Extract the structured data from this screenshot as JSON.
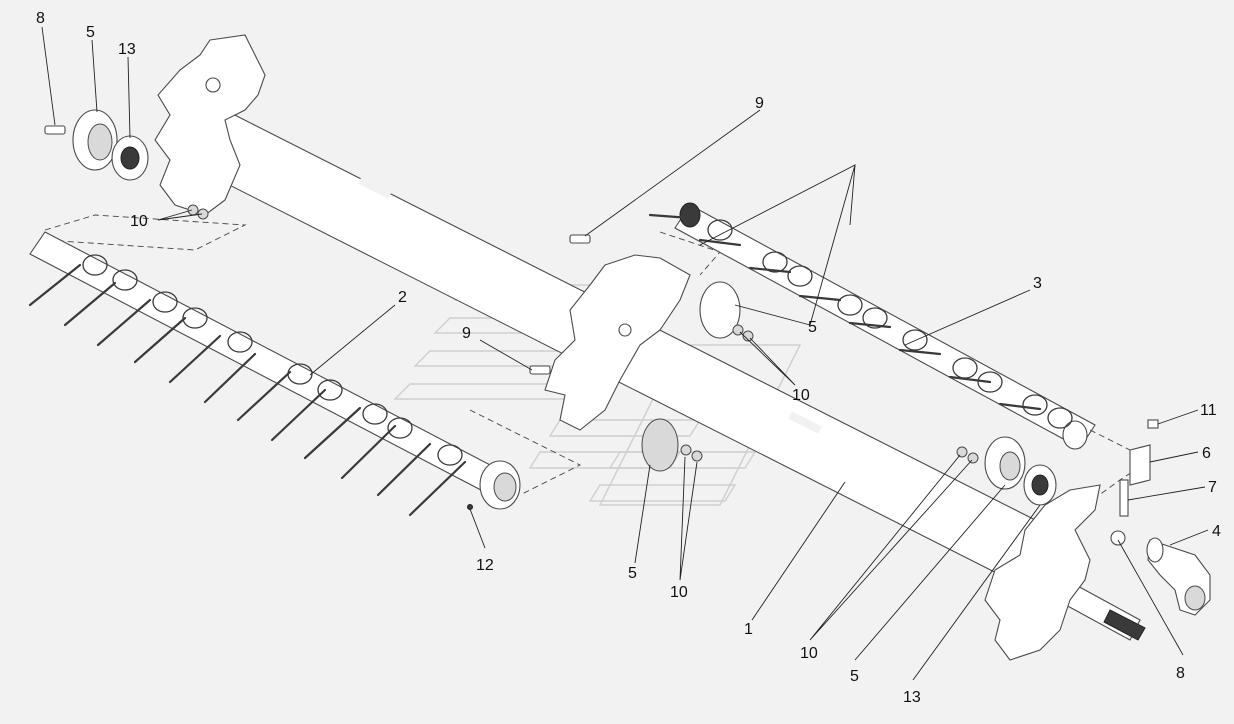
{
  "labels": {
    "tl_8": "8",
    "tl_5": "5",
    "tl_13": "13",
    "tl_10": "10",
    "tc_9": "9",
    "l_2": "2",
    "c_9": "9",
    "r_3": "3",
    "r_5": "5",
    "c_10": "10",
    "r_11": "11",
    "r_6": "6",
    "r_7": "7",
    "r_4": "4",
    "l_12": "12",
    "b_5": "5",
    "b_10": "10",
    "b_1": "1",
    "b_10r": "10",
    "b_5r": "5",
    "b_13": "13",
    "b_8": "8"
  }
}
